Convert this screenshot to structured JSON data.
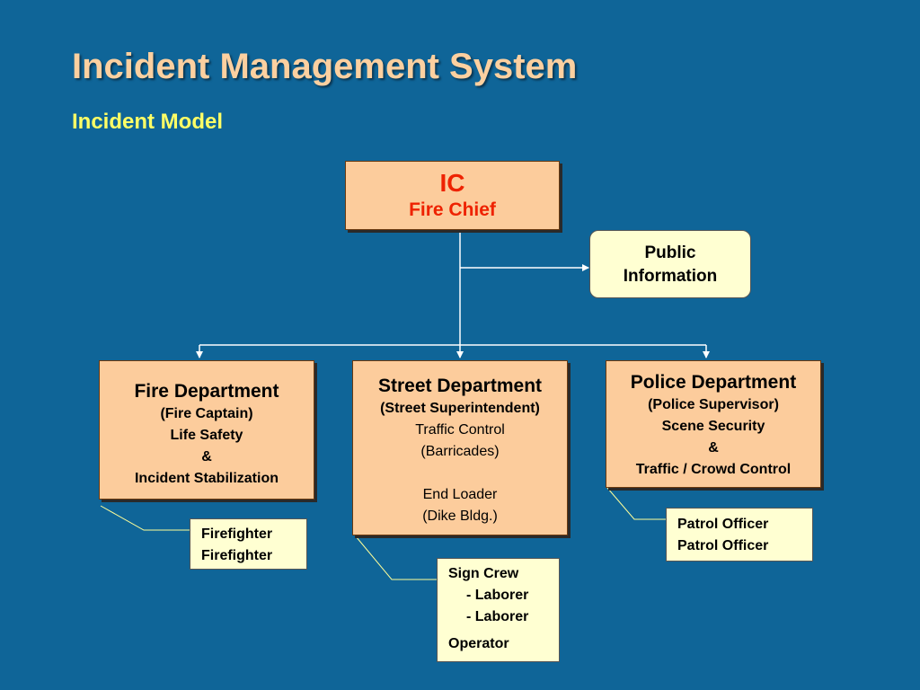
{
  "slide": {
    "title": "Incident Management System",
    "subtitle": "Incident Model"
  },
  "ic": {
    "title": "IC",
    "role": "Fire Chief"
  },
  "public_information": [
    "Public",
    "Information"
  ],
  "departments": {
    "fire": {
      "title": "Fire Department",
      "lines": [
        "(Fire Captain)",
        "Life Safety",
        "&",
        "Incident Stabilization"
      ]
    },
    "street": {
      "title": "Street Department",
      "supervisor": "(Street Superintendent)",
      "lines": [
        "Traffic Control",
        "(Barricades)",
        "",
        "End Loader",
        "(Dike Bldg.)"
      ]
    },
    "police": {
      "title": "Police Department",
      "lines": [
        "(Police Supervisor)",
        "Scene Security",
        "&",
        "Traffic / Crowd Control"
      ]
    }
  },
  "subunits": {
    "fire": [
      "Firefighter",
      "Firefighter"
    ],
    "street": {
      "heading": "Sign Crew",
      "members": [
        "- Laborer",
        "- Laborer"
      ],
      "footer": "Operator"
    },
    "police": [
      "Patrol Officer",
      "Patrol Officer"
    ]
  },
  "colors": {
    "background": "#0f6598",
    "title": "#fcd0a0",
    "subtitle": "#ffff66",
    "box_fill": "#fccc9c",
    "note_fill": "#ffffd2",
    "ic_text": "#ee2200",
    "connector": "#ffffff",
    "callout_line": "#ffff99"
  }
}
